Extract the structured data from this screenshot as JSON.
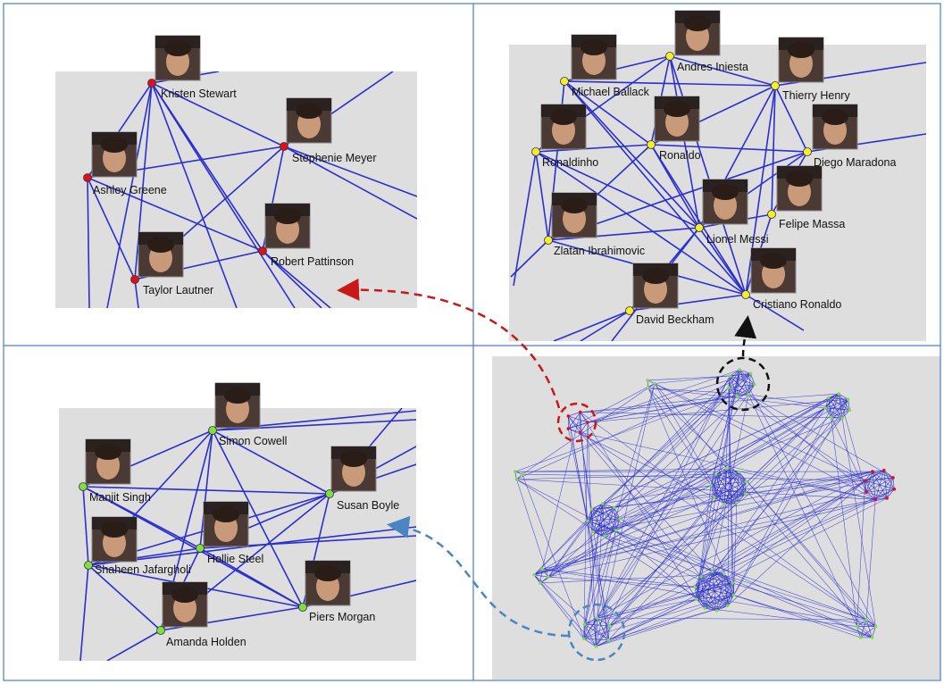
{
  "colors": {
    "edge": "#2b2fd0",
    "panel_bg": "#dedede",
    "grid_line": "#4a7fc8",
    "node_red": "#e0101a",
    "node_yellow": "#f4ee2a",
    "node_green": "#7ee03a",
    "arrow_red": "#c81818",
    "arrow_black": "#111111",
    "arrow_blue": "#4a86c0"
  },
  "clusters": {
    "twilight": {
      "nodes": [
        {
          "id": "kristen",
          "label": "Kristen Stewart",
          "photo": "portrait-photo"
        },
        {
          "id": "stephenie",
          "label": "Stephenie Meyer",
          "photo": "portrait-photo"
        },
        {
          "id": "ashley",
          "label": "Ashley Greene",
          "photo": "portrait-photo"
        },
        {
          "id": "robert",
          "label": "Robert Pattinson",
          "photo": "portrait-photo"
        },
        {
          "id": "taylor",
          "label": "Taylor Lautner",
          "photo": "portrait-photo"
        }
      ]
    },
    "football": {
      "nodes": [
        {
          "id": "iniesta",
          "label": "Andres Iniesta",
          "photo": "portrait-photo"
        },
        {
          "id": "ballack",
          "label": "Michael Ballack",
          "photo": "portrait-photo"
        },
        {
          "id": "henry",
          "label": "Thierry Henry",
          "photo": "portrait-photo"
        },
        {
          "id": "ronaldinho",
          "label": "Ronaldinho",
          "photo": "portrait-photo"
        },
        {
          "id": "ronaldo",
          "label": "Ronaldo",
          "photo": "portrait-photo"
        },
        {
          "id": "maradona",
          "label": "Diego Maradona",
          "photo": "portrait-photo"
        },
        {
          "id": "massa",
          "label": "Felipe Massa",
          "photo": "portrait-photo"
        },
        {
          "id": "zlatan",
          "label": "Zlatan Ibrahimovic",
          "photo": "portrait-photo"
        },
        {
          "id": "messi",
          "label": "Lionel Messi",
          "photo": "portrait-photo"
        },
        {
          "id": "cristiano",
          "label": "Cristiano Ronaldo",
          "photo": "portrait-photo"
        },
        {
          "id": "beckham",
          "label": "David Beckham",
          "photo": "portrait-photo"
        }
      ]
    },
    "talent_show": {
      "nodes": [
        {
          "id": "simon",
          "label": "Simon Cowell",
          "photo": "portrait-photo"
        },
        {
          "id": "manjit",
          "label": "Manjit Singh",
          "photo": "portrait-photo"
        },
        {
          "id": "susan",
          "label": "Susan Boyle",
          "photo": "portrait-photo"
        },
        {
          "id": "hollie",
          "label": "Hollie Steel",
          "photo": "portrait-photo"
        },
        {
          "id": "shaheen",
          "label": "Shaheen Jafargholi",
          "photo": "portrait-photo"
        },
        {
          "id": "piers",
          "label": "Piers Morgan",
          "photo": "portrait-photo"
        },
        {
          "id": "amanda",
          "label": "Amanda Holden",
          "photo": "portrait-photo"
        }
      ]
    }
  }
}
